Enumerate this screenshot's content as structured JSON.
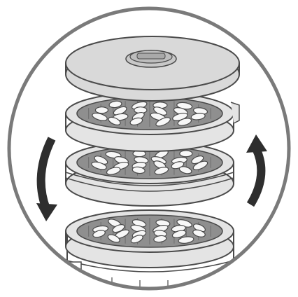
{
  "illustration": {
    "subject": "food-dehydrator-rotating-trays",
    "components": [
      "lid",
      "tray",
      "tray",
      "tray",
      "base"
    ],
    "arrows": [
      "rotate-down-left",
      "rotate-up-right"
    ],
    "colors": {
      "line": "#4a4a4a",
      "outer_ring": "#7a7a7a",
      "lid_fill": "#d9d9d9",
      "tray_fill": "#e4e4e4",
      "food_fill": "#f7f7f7",
      "grid_fill": "#8f8f8f",
      "arrow_fill": "#2e2e2e",
      "background": "#ffffff"
    }
  }
}
